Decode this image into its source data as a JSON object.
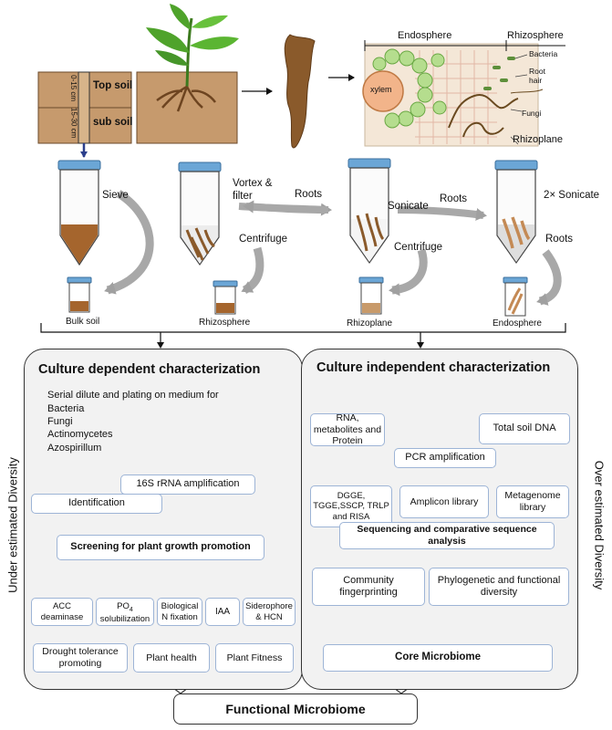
{
  "soil": {
    "top_label": "Top soil",
    "sub_label": "sub soil",
    "depth_top": "0-15 cm",
    "depth_sub": "15-30 cm"
  },
  "root_zone": {
    "endosphere": "Endosphere",
    "rhizosphere": "Rhizosphere",
    "bacteria": "Bacteria",
    "root_hair": "Root hair",
    "xylem": "xylem",
    "fungi": "Fungi",
    "rhizoplane": "Rhizoplane"
  },
  "process": {
    "sieve": "Sieve",
    "vortex_filter": "Vortex & filter",
    "roots_1": "Roots",
    "centrifuge_1": "Centrifuge",
    "sonicate": "Sonicate",
    "centrifuge_2": "Centrifuge",
    "roots_2": "Roots",
    "sonicate_2x": "2× Sonicate",
    "roots_3": "Roots"
  },
  "samples": [
    "Bulk soil",
    "Rhizosphere",
    "Rhizoplane",
    "Endosphere"
  ],
  "side_labels": {
    "left": "Under estimated Diversity",
    "right": "Over estimated Diversity"
  },
  "culture_dependent": {
    "title": "Culture dependent characterization",
    "intro": "Serial dilute and plating on medium for",
    "organisms": [
      "Bacteria",
      "Fungi",
      "Actinomycetes",
      "Azospirillum"
    ],
    "rrna": "16S rRNA amplification",
    "identification": "Identification",
    "screening": "Screening for plant growth promotion",
    "traits": {
      "acc": "ACC deaminase",
      "po4": "PO",
      "po4_sub": "4",
      "po4_rest": "solubilization",
      "nfix": "Biological N fixation",
      "iaa": "IAA",
      "sid": "Siderophore & HCN"
    },
    "outcomes": [
      "Drought tolerance promoting",
      "Plant health",
      "Plant Fitness"
    ]
  },
  "culture_independent": {
    "title": "Culture independent characterization",
    "rna": "RNA, metabolites and Protein",
    "dna": "Total soil DNA",
    "pcr": "PCR amplification",
    "dgge": "DGGE, TGGE,SSCP, TRLP and RISA",
    "amplicon": "Amplicon library",
    "metagenome": "Metagenome library",
    "sequencing": "Sequencing and comparative sequence analysis",
    "community": "Community fingerprinting",
    "phylo": "Phylogenetic and functional diversity",
    "core": "Core Microbiome"
  },
  "final": "Functional Microbiome"
}
